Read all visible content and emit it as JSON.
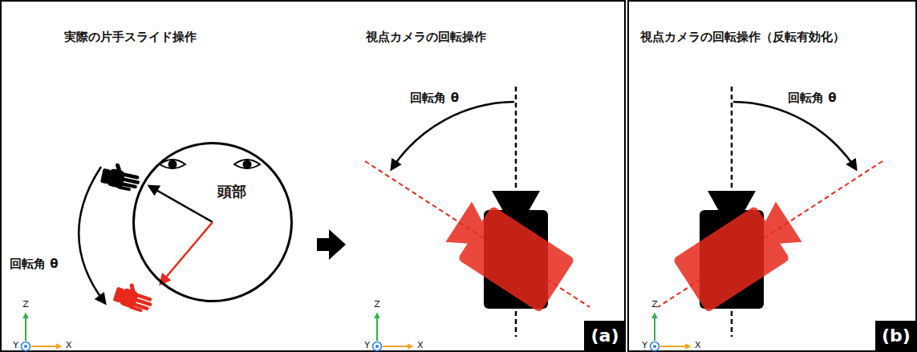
{
  "diagram": {
    "nodes": [
      {
        "text": [
          "頭部"
        ]
      },
      {
        "text": [
          "(a)"
        ]
      },
      {
        "text": [
          "(b)"
        ]
      }
    ],
    "labels": [
      "実際の片手スライド操作",
      "回転角 θ",
      "Z",
      "Y",
      "X",
      "視点カメラの回転操作",
      "回転角 θ",
      "Z",
      "Y",
      "X",
      "視点カメラの回転操作（反転有効化）",
      "回転角 θ",
      "Z",
      "Y",
      "X"
    ]
  }
}
